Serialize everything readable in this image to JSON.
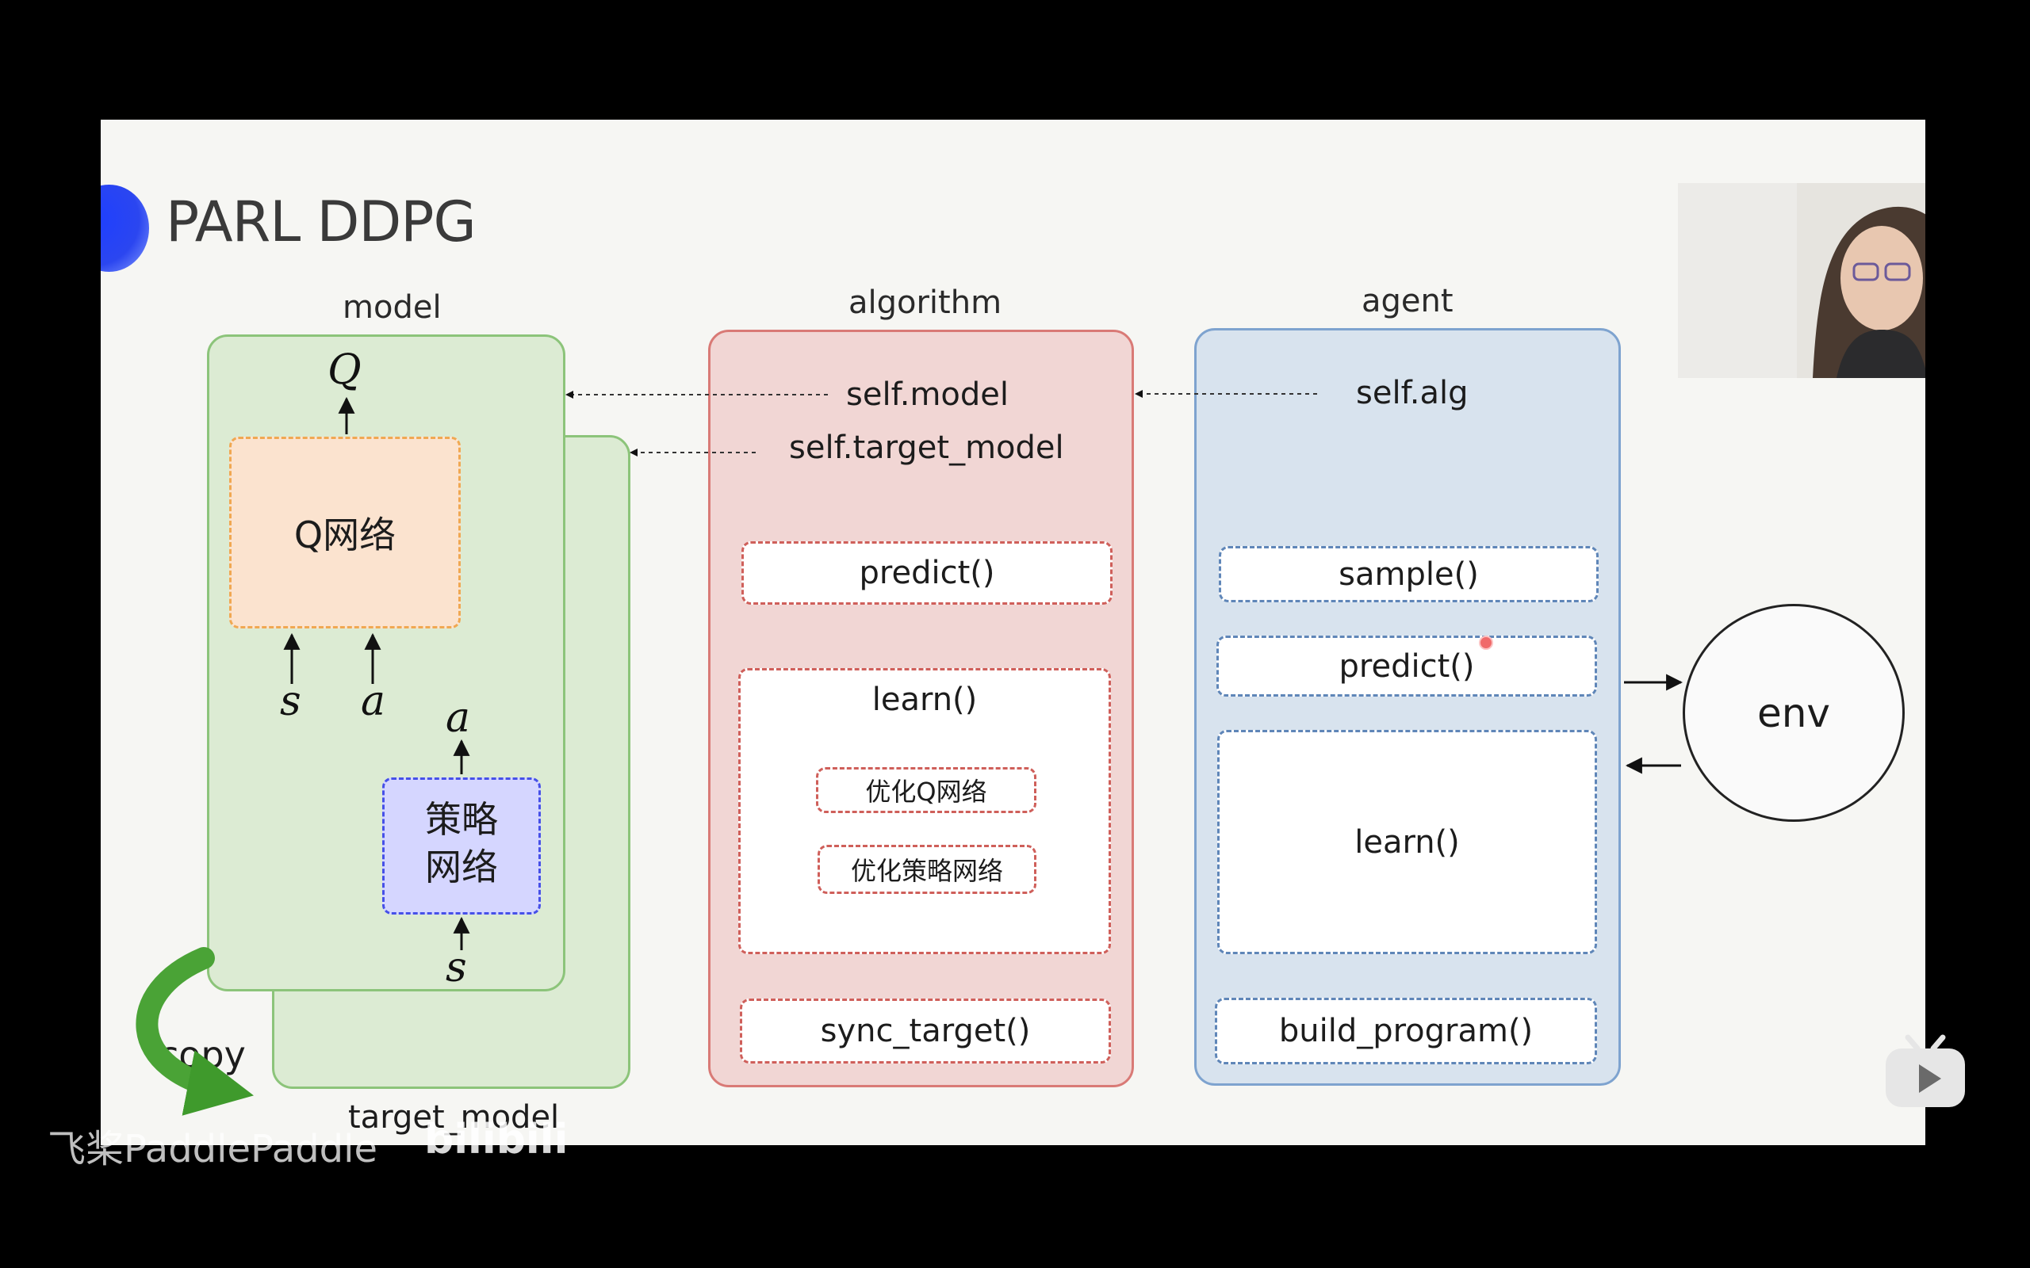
{
  "slide": {
    "title": "PARL DDPG",
    "accent_color": "#2b46f0"
  },
  "model": {
    "label": "model",
    "q_output": "Q",
    "q_network": "Q网络",
    "input_s": "s",
    "input_a": "a",
    "policy_output": "a",
    "policy_network_line1": "策略",
    "policy_network_line2": "网络",
    "policy_input": "s",
    "copy_label": "copy",
    "target_label": "target_model",
    "colors": {
      "panel_fill": "#dcebd3",
      "panel_border": "#8cc47a",
      "q_fill": "#fbe3cf",
      "q_border": "#f0a852",
      "policy_fill": "#d5d6ff",
      "policy_border": "#4650e8"
    }
  },
  "algorithm": {
    "label": "algorithm",
    "field_model": "self.model",
    "field_target": "self.target_model",
    "predict": "predict()",
    "learn": "learn()",
    "optimize_q": "优化Q网络",
    "optimize_policy": "优化策略网络",
    "sync": "sync_target()",
    "colors": {
      "panel_fill": "#f1d6d4",
      "panel_border": "#d97a76",
      "box_border": "#cf5f5a"
    }
  },
  "agent": {
    "label": "agent",
    "field_alg": "self.alg",
    "sample": "sample()",
    "predict": "predict()",
    "learn": "learn()",
    "build": "build_program()",
    "colors": {
      "panel_fill": "#d8e3ee",
      "panel_border": "#7ea3cf",
      "box_border": "#5f86b8"
    }
  },
  "env": {
    "label": "env"
  },
  "overlay": {
    "watermark": "飞桨PaddlePaddle",
    "site_logo": "bilibili"
  }
}
